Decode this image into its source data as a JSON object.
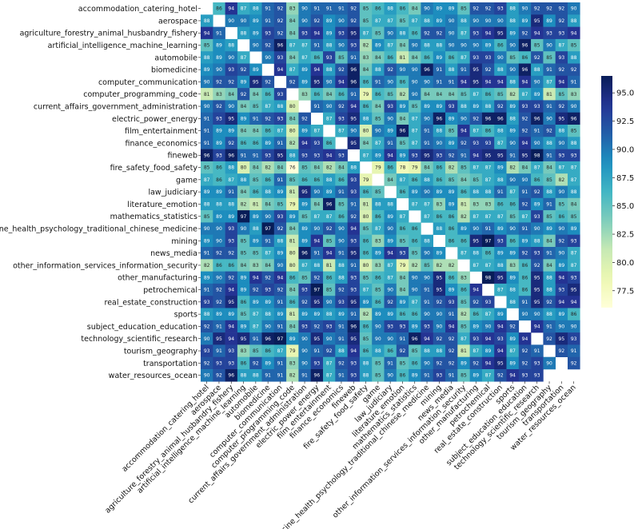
{
  "chart_data": {
    "type": "heatmap",
    "title": "",
    "xlabel": "",
    "ylabel": "",
    "labels": [
      "accommodation_catering_hotel",
      "aerospace",
      "agriculture_forestry_animal_husbandry_fishery",
      "artificial_intelligence_machine_learning",
      "automobile",
      "biomedicine",
      "computer_communication",
      "computer_programming_code",
      "current_affairs_government_administration",
      "electric_power_energy",
      "film_entertainment",
      "finance_economics",
      "fineweb",
      "fire_safety_food_safety",
      "game",
      "law_judiciary",
      "literature_emotion",
      "mathematics_statistics",
      "medicine_health_psychology_traditional_chinese_medicine",
      "mining",
      "news_media",
      "other_information_services_information_security",
      "other_manufacturing",
      "petrochemical",
      "real_estate_construction",
      "sports",
      "subject_education_education",
      "technology_scientific_research",
      "tourism_geography",
      "transportation",
      "water_resources_ocean"
    ],
    "matrix": [
      [
        null,
        86,
        94,
        87,
        88,
        91,
        92,
        83,
        90,
        91,
        91,
        91,
        92,
        85,
        86,
        88,
        86,
        84,
        90,
        89,
        89,
        85,
        92,
        92,
        93,
        88,
        90,
        92,
        92,
        92,
        90
      ],
      [
        88,
        null,
        90,
        90,
        89,
        91,
        92,
        84,
        90,
        92,
        89,
        90,
        92,
        85,
        87,
        87,
        85,
        87,
        88,
        89,
        90,
        88,
        90,
        90,
        90,
        88,
        89,
        95,
        89,
        92,
        88
      ],
      [
        94,
        91,
        null,
        88,
        89,
        93,
        92,
        84,
        93,
        94,
        89,
        93,
        95,
        87,
        85,
        90,
        88,
        86,
        92,
        92,
        90,
        87,
        93,
        94,
        95,
        89,
        92,
        94,
        93,
        93,
        94
      ],
      [
        85,
        89,
        88,
        null,
        90,
        92,
        96,
        87,
        87,
        91,
        88,
        90,
        93,
        82,
        89,
        87,
        84,
        90,
        88,
        88,
        90,
        90,
        90,
        89,
        86,
        90,
        96,
        85,
        90,
        87,
        85
      ],
      [
        88,
        89,
        90,
        87,
        null,
        90,
        93,
        84,
        87,
        86,
        93,
        85,
        91,
        83,
        84,
        86,
        81,
        84,
        86,
        89,
        86,
        87,
        93,
        93,
        90,
        85,
        86,
        92,
        85,
        93,
        88
      ],
      [
        89,
        90,
        93,
        92,
        89,
        null,
        94,
        87,
        89,
        94,
        88,
        92,
        96,
        84,
        88,
        92,
        90,
        90,
        96,
        91,
        88,
        91,
        95,
        92,
        88,
        90,
        96,
        88,
        91,
        92,
        92
      ],
      [
        90,
        92,
        92,
        89,
        95,
        92,
        null,
        92,
        89,
        95,
        90,
        94,
        96,
        86,
        91,
        90,
        86,
        90,
        90,
        91,
        91,
        94,
        95,
        94,
        94,
        88,
        94,
        90,
        87,
        94,
        91
      ],
      [
        81,
        83,
        84,
        92,
        84,
        86,
        93,
        null,
        83,
        86,
        84,
        86,
        91,
        79,
        86,
        85,
        82,
        90,
        84,
        84,
        84,
        85,
        87,
        86,
        85,
        82,
        87,
        89,
        81,
        85,
        83
      ],
      [
        90,
        92,
        90,
        84,
        85,
        87,
        88,
        80,
        null,
        91,
        90,
        92,
        94,
        86,
        84,
        93,
        89,
        85,
        89,
        89,
        93,
        88,
        89,
        88,
        92,
        89,
        93,
        93,
        91,
        92,
        90
      ],
      [
        91,
        93,
        95,
        89,
        91,
        92,
        93,
        84,
        92,
        null,
        87,
        93,
        95,
        88,
        85,
        90,
        84,
        87,
        90,
        96,
        89,
        90,
        92,
        96,
        96,
        88,
        92,
        96,
        90,
        95,
        96
      ],
      [
        91,
        89,
        89,
        84,
        84,
        86,
        87,
        80,
        89,
        87,
        null,
        87,
        90,
        80,
        90,
        89,
        96,
        87,
        91,
        88,
        85,
        94,
        87,
        86,
        88,
        89,
        92,
        91,
        92,
        88,
        85
      ],
      [
        91,
        89,
        92,
        86,
        86,
        89,
        91,
        82,
        94,
        93,
        86,
        null,
        95,
        84,
        87,
        91,
        85,
        87,
        91,
        90,
        89,
        92,
        93,
        93,
        87,
        90,
        94,
        90,
        88,
        90,
        88
      ],
      [
        96,
        93,
        96,
        91,
        91,
        93,
        95,
        88,
        93,
        93,
        94,
        93,
        null,
        87,
        89,
        94,
        89,
        93,
        95,
        93,
        92,
        91,
        94,
        95,
        95,
        91,
        95,
        98,
        91,
        93,
        93
      ],
      [
        85,
        86,
        88,
        80,
        84,
        82,
        84,
        76,
        85,
        84,
        82,
        84,
        88,
        null,
        79,
        86,
        78,
        79,
        84,
        86,
        82,
        85,
        87,
        87,
        89,
        82,
        84,
        87,
        84,
        87,
        87
      ],
      [
        87,
        86,
        87,
        88,
        85,
        86,
        91,
        85,
        86,
        86,
        88,
        86,
        93,
        79,
        null,
        84,
        87,
        86,
        88,
        86,
        85,
        84,
        85,
        87,
        88,
        90,
        90,
        86,
        85,
        82,
        87
      ],
      [
        89,
        89,
        91,
        84,
        86,
        88,
        89,
        81,
        95,
        90,
        89,
        91,
        93,
        86,
        85,
        null,
        86,
        89,
        90,
        89,
        89,
        86,
        88,
        88,
        91,
        87,
        91,
        92,
        88,
        90,
        88
      ],
      [
        88,
        88,
        88,
        82,
        81,
        84,
        85,
        79,
        89,
        84,
        96,
        85,
        91,
        81,
        88,
        88,
        null,
        87,
        87,
        83,
        89,
        81,
        83,
        83,
        86,
        86,
        92,
        89,
        91,
        85,
        84
      ],
      [
        85,
        89,
        89,
        97,
        89,
        90,
        93,
        89,
        85,
        87,
        87,
        86,
        92,
        80,
        86,
        89,
        87,
        null,
        87,
        86,
        86,
        82,
        87,
        87,
        87,
        85,
        87,
        93,
        85,
        86,
        85
      ],
      [
        90,
        90,
        93,
        90,
        88,
        97,
        92,
        84,
        89,
        90,
        92,
        90,
        94,
        85,
        87,
        90,
        86,
        86,
        null,
        88,
        86,
        89,
        90,
        91,
        89,
        90,
        91,
        90,
        89,
        90,
        89
      ],
      [
        89,
        90,
        93,
        85,
        89,
        91,
        88,
        81,
        89,
        94,
        85,
        90,
        93,
        86,
        83,
        89,
        85,
        86,
        88,
        null,
        86,
        86,
        95,
        97,
        93,
        86,
        89,
        88,
        84,
        92,
        93
      ],
      [
        91,
        92,
        92,
        85,
        85,
        87,
        89,
        80,
        96,
        91,
        94,
        91,
        95,
        86,
        89,
        94,
        93,
        85,
        90,
        89,
        null,
        87,
        88,
        86,
        89,
        89,
        92,
        93,
        91,
        90,
        87
      ],
      [
        82,
        86,
        86,
        84,
        83,
        84,
        90,
        80,
        87,
        88,
        81,
        88,
        91,
        80,
        83,
        87,
        79,
        82,
        85,
        82,
        82,
        null,
        87,
        87,
        88,
        83,
        86,
        92,
        84,
        89,
        87
      ],
      [
        89,
        90,
        92,
        89,
        94,
        92,
        94,
        86,
        85,
        92,
        86,
        88,
        93,
        85,
        86,
        87,
        84,
        90,
        90,
        95,
        86,
        83,
        null,
        98,
        95,
        89,
        86,
        95,
        88,
        94,
        93
      ],
      [
        91,
        92,
        94,
        89,
        92,
        93,
        92,
        84,
        93,
        97,
        85,
        92,
        93,
        87,
        85,
        90,
        84,
        90,
        91,
        95,
        89,
        86,
        94,
        null,
        87,
        88,
        86,
        95,
        88,
        93,
        95
      ],
      [
        93,
        92,
        95,
        86,
        89,
        89,
        91,
        86,
        92,
        95,
        90,
        93,
        95,
        89,
        86,
        92,
        89,
        87,
        91,
        92,
        93,
        85,
        92,
        93,
        null,
        88,
        91,
        95,
        92,
        94,
        94
      ],
      [
        88,
        89,
        89,
        85,
        87,
        88,
        89,
        81,
        89,
        89,
        88,
        89,
        91,
        82,
        89,
        89,
        86,
        86,
        90,
        90,
        91,
        82,
        86,
        87,
        89,
        null,
        90,
        90,
        88,
        89,
        86
      ],
      [
        92,
        91,
        94,
        89,
        87,
        90,
        91,
        84,
        93,
        92,
        93,
        91,
        96,
        86,
        90,
        93,
        93,
        89,
        93,
        90,
        94,
        85,
        89,
        90,
        94,
        92,
        null,
        94,
        91,
        90,
        90
      ],
      [
        90,
        95,
        94,
        95,
        91,
        96,
        97,
        89,
        90,
        95,
        90,
        91,
        95,
        85,
        90,
        90,
        91,
        96,
        94,
        92,
        92,
        87,
        93,
        94,
        93,
        89,
        94,
        null,
        92,
        95,
        93
      ],
      [
        93,
        91,
        93,
        83,
        85,
        86,
        87,
        79,
        90,
        91,
        92,
        88,
        94,
        86,
        88,
        86,
        92,
        85,
        88,
        88,
        92,
        81,
        87,
        89,
        94,
        87,
        92,
        91,
        null,
        92,
        91
      ],
      [
        92,
        93,
        93,
        86,
        92,
        89,
        91,
        83,
        90,
        93,
        87,
        92,
        93,
        88,
        85,
        91,
        85,
        86,
        90,
        92,
        92,
        89,
        92,
        94,
        95,
        89,
        92,
        93,
        90,
        null,
        92
      ],
      [
        90,
        92,
        96,
        88,
        88,
        91,
        91,
        82,
        91,
        96,
        87,
        91,
        93,
        88,
        85,
        90,
        86,
        89,
        91,
        93,
        91,
        85,
        89,
        87,
        92,
        94,
        93,
        93,
        null,
        null,
        null
      ]
    ],
    "colorscale": "YlGnBu",
    "zlim": [
      76,
      96.5
    ],
    "colorbar_ticks": [
      77.5,
      80.0,
      82.5,
      85.0,
      87.5,
      90.0,
      92.5,
      95.0
    ],
    "colorbar_tick_labels": [
      "77.5",
      "80.0",
      "82.5",
      "85.0",
      "87.5",
      "90.0",
      "92.5",
      "95.0"
    ],
    "grid": false,
    "legend": "colorbar-right"
  }
}
